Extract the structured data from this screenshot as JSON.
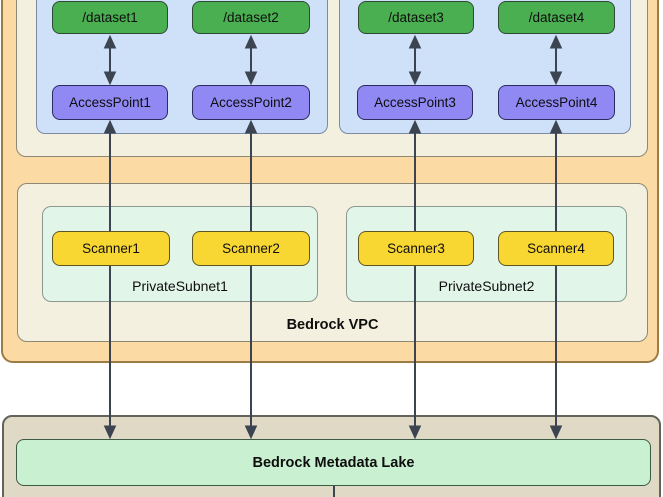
{
  "diagram": {
    "dataset_groups": [
      {
        "datasets": [
          "/dataset1",
          "/dataset2"
        ],
        "access_points": [
          "AccessPoint1",
          "AccessPoint2"
        ]
      },
      {
        "datasets": [
          "/dataset3",
          "/dataset4"
        ],
        "access_points": [
          "AccessPoint3",
          "AccessPoint4"
        ]
      }
    ],
    "vpc": {
      "label": "Bedrock VPC",
      "subnets": [
        {
          "label": "PrivateSubnet1",
          "scanners": [
            "Scanner1",
            "Scanner2"
          ]
        },
        {
          "label": "PrivateSubnet2",
          "scanners": [
            "Scanner3",
            "Scanner4"
          ]
        }
      ]
    },
    "metadata_lake": {
      "label": "Bedrock Metadata Lake"
    },
    "colors": {
      "outer_container": "#FBDAA3",
      "inner_panel": "#F4F0DF",
      "dataset_group": "#CEE1F9",
      "dataset_node": "#4AAF51",
      "access_point_node": "#9089F4",
      "scanner_node": "#F9D733",
      "subnet": "#E2F5E9",
      "lake_container": "#DFD9C5",
      "lake_node": "#C9F1D1",
      "connector": "#3D4451"
    }
  }
}
